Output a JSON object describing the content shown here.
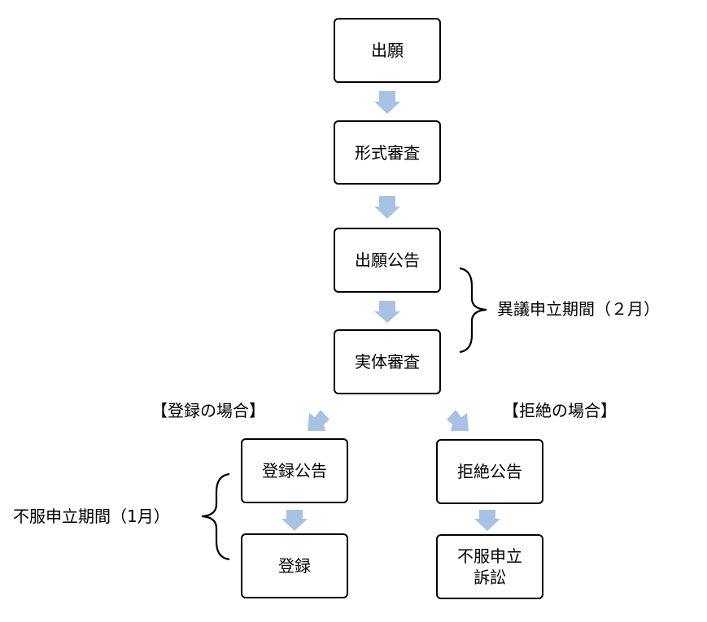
{
  "nodes": {
    "application": "出願",
    "formality_exam": "形式審査",
    "publication": "出願公告",
    "substantive_exam": "実体審査",
    "registration_publication": "登録公告",
    "registration": "登録",
    "refusal_publication": "拒絶公告",
    "appeal_line1": "不服申立",
    "appeal_line2": "訴訟"
  },
  "labels": {
    "opposition_period": "異議申立期間（２月）",
    "registration_case": "【登録の場合】",
    "refusal_case": "【拒絶の場合】",
    "appeal_period": "不服申立期間（1月）"
  },
  "colors": {
    "arrow": "#a9c1e3",
    "box_border": "#000000"
  }
}
